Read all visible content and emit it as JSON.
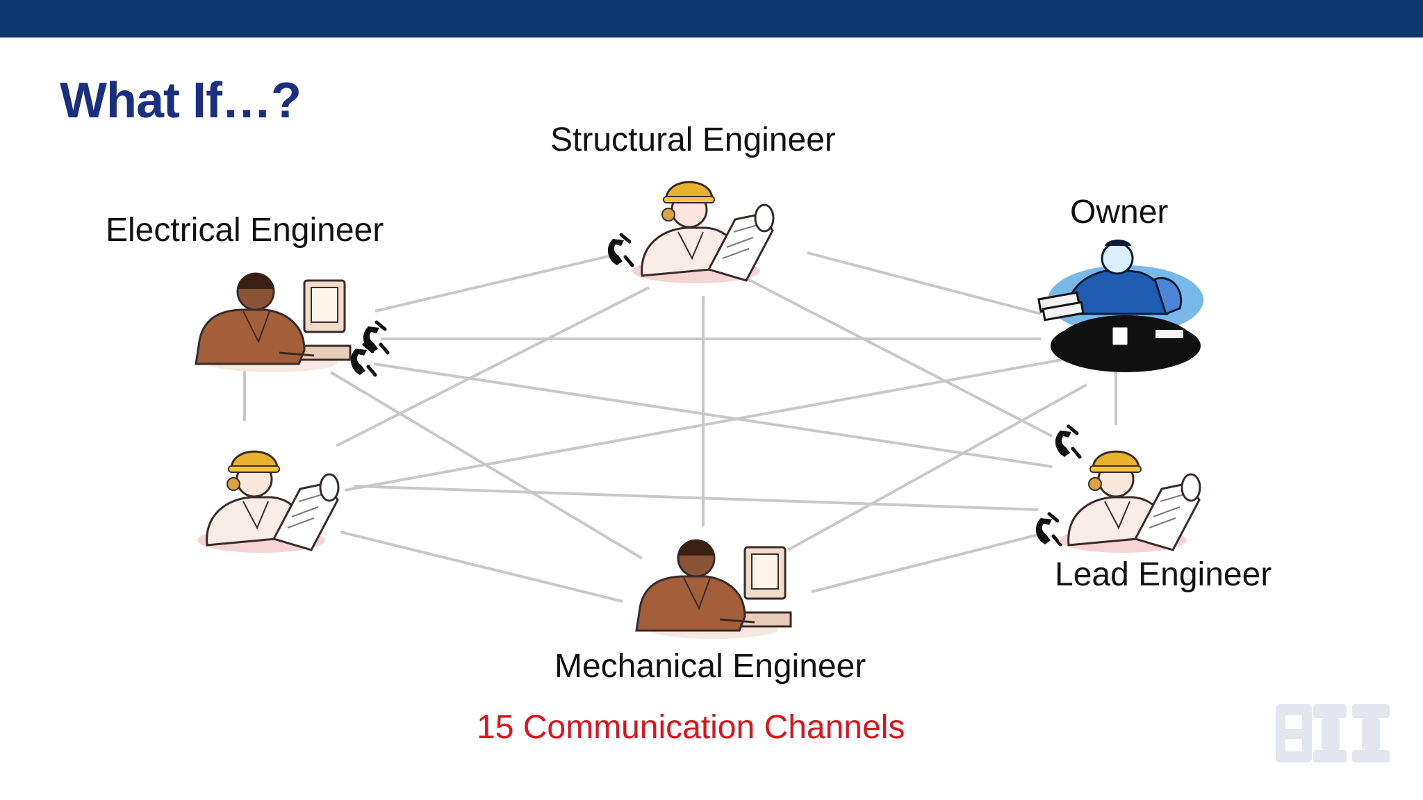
{
  "slide": {
    "title": "What If…?",
    "caption": "15 Communication Channels"
  },
  "roles": {
    "structural": "Structural Engineer",
    "electrical": "Electrical Engineer",
    "owner": "Owner",
    "lead": "Lead Engineer",
    "mechanical": "Mechanical Engineer"
  },
  "colors": {
    "header_bar": "#0b3970",
    "title": "#1a2f7f",
    "caption": "#e0121b",
    "connector": "#c8c8c8"
  },
  "icons": [
    "phone-icon",
    "engineer-hardhat-icon",
    "engineer-computer-icon",
    "owner-desk-icon",
    "company-logo"
  ]
}
